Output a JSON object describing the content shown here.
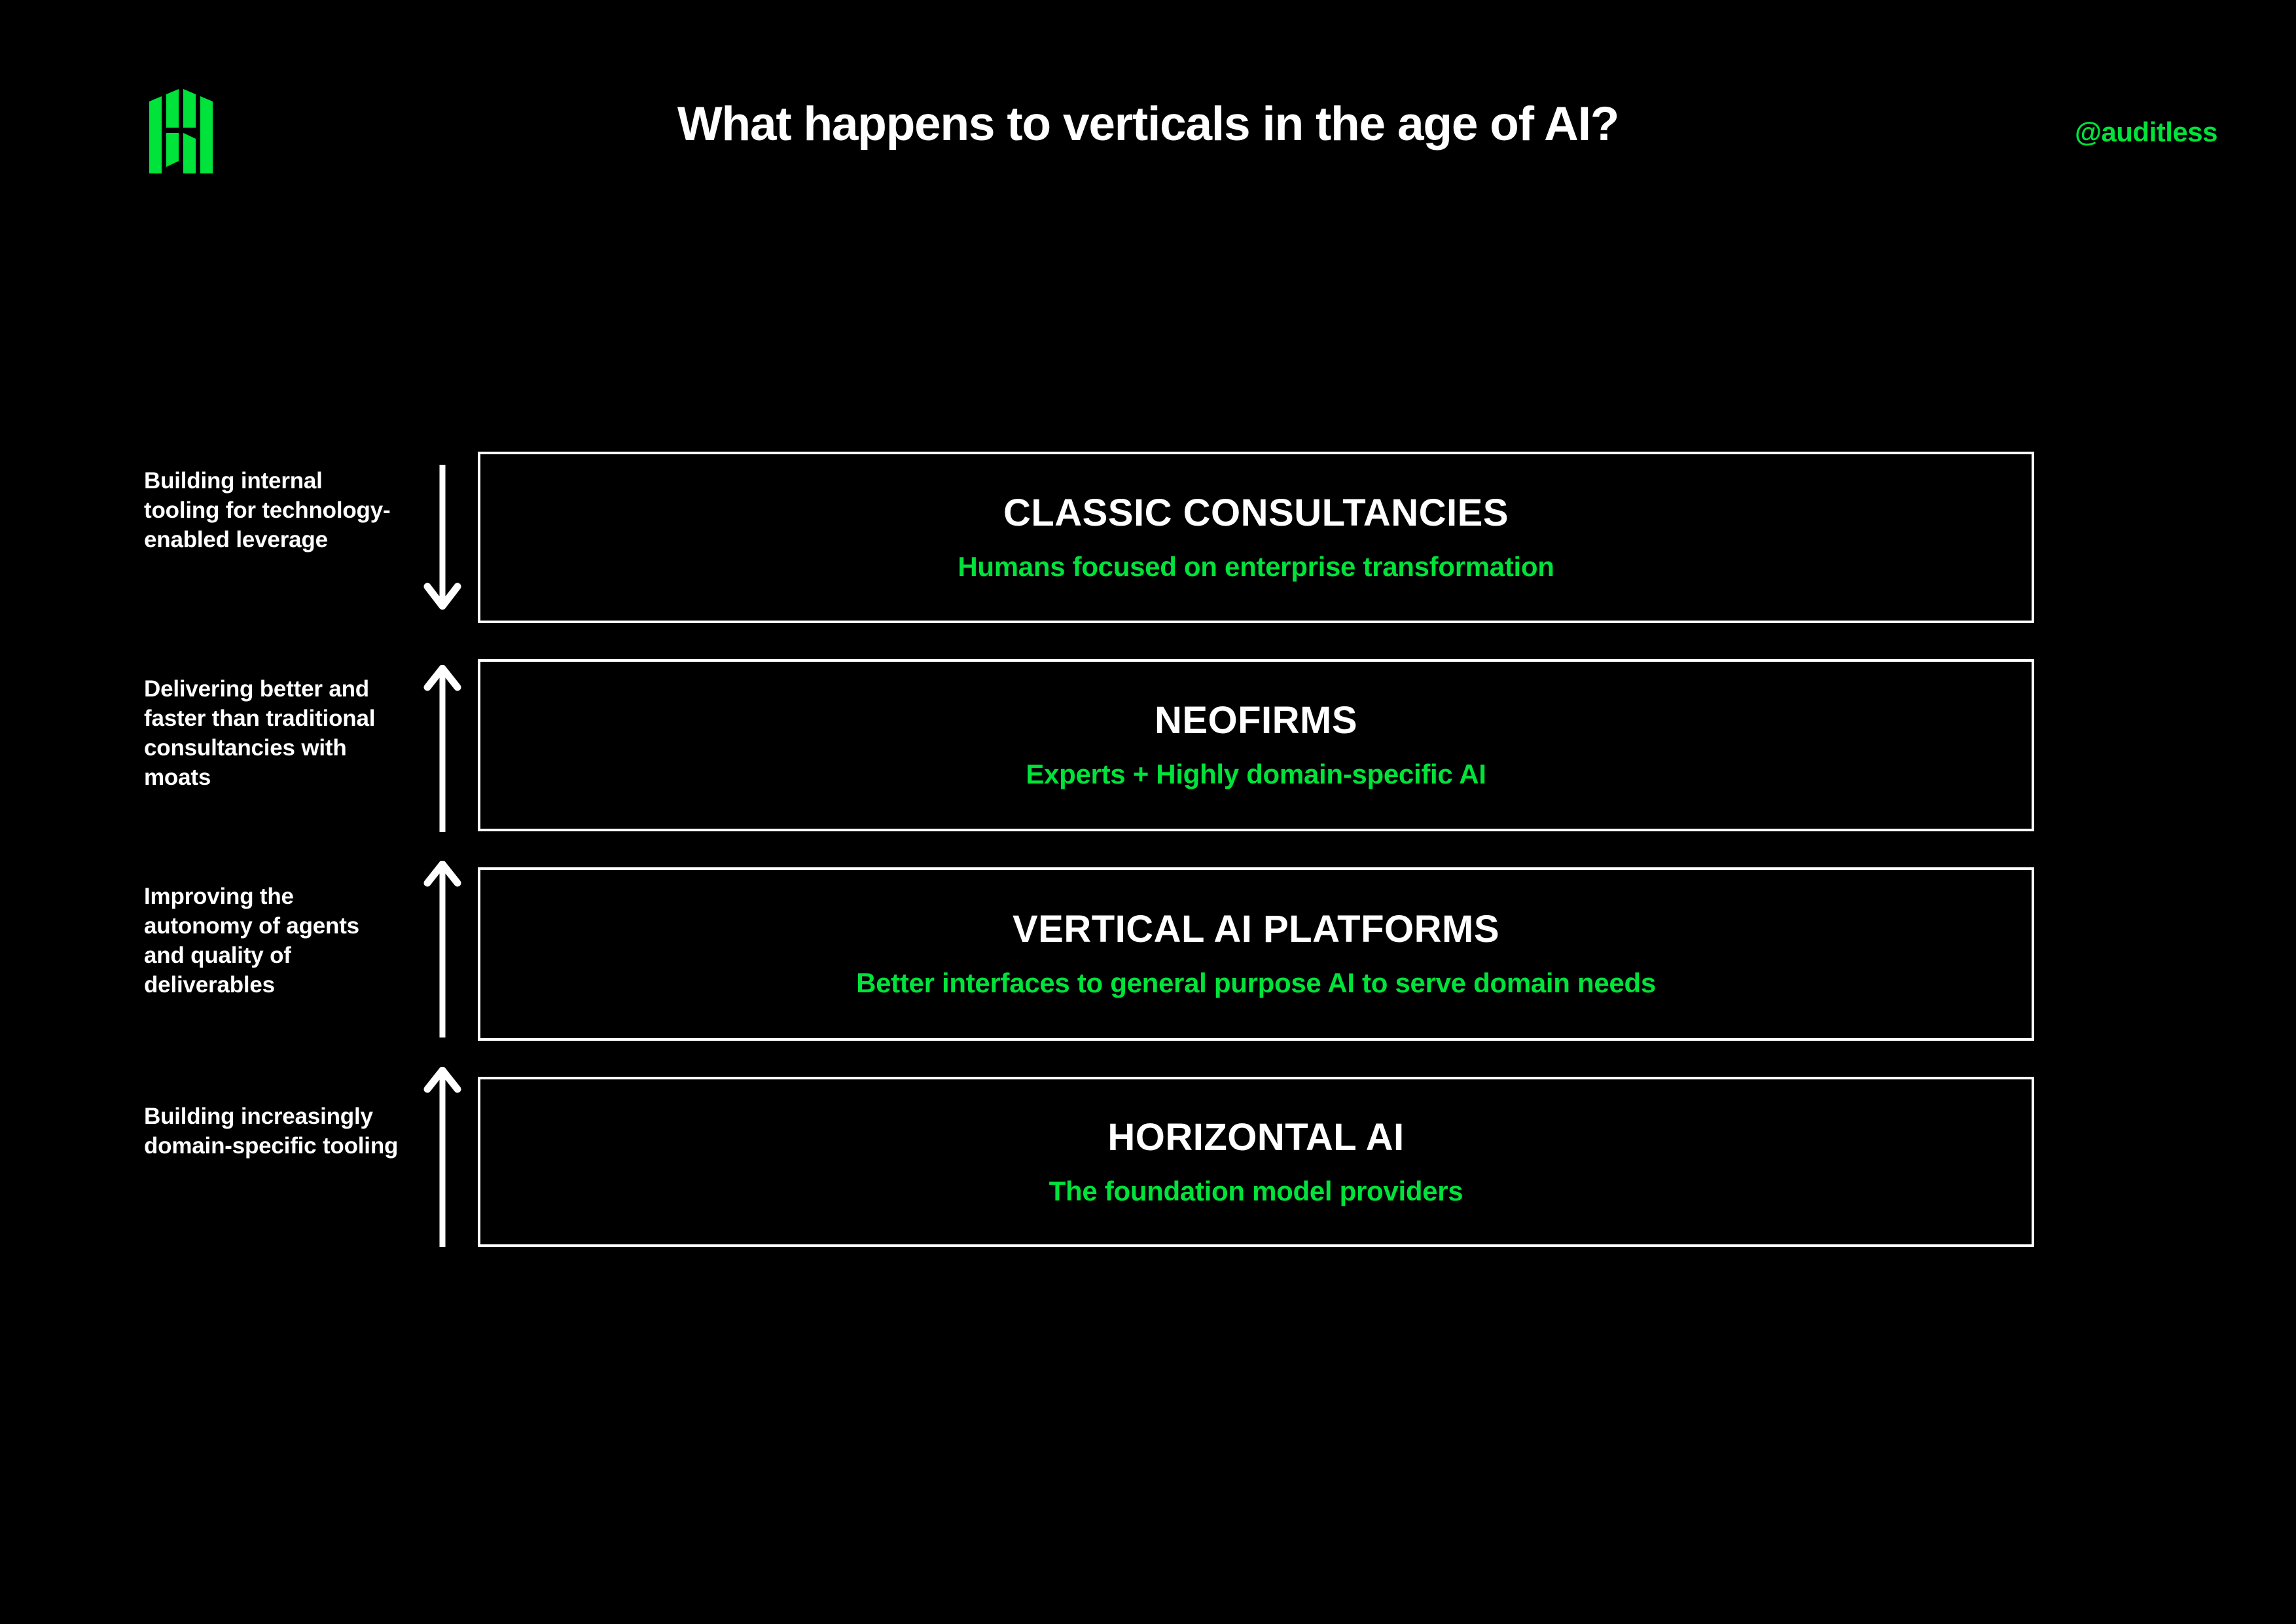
{
  "header": {
    "title": "What happens to verticals in the age of AI?",
    "handle": "@auditless",
    "logo_name": "auditless-logo"
  },
  "colors": {
    "background": "#000000",
    "accent_green": "#00e33a",
    "text_white": "#ffffff",
    "border_white": "#ffffff"
  },
  "diagram": {
    "rows": [
      {
        "annotation": "Building internal tooling for technology-enabled leverage",
        "arrow_direction": "down",
        "tier_title": "CLASSIC CONSULTANCIES",
        "tier_subtitle": "Humans focused on enterprise transformation"
      },
      {
        "annotation": "Delivering better and faster than traditional consultancies with moats",
        "arrow_direction": "up",
        "tier_title": "NEOFIRMS",
        "tier_subtitle": "Experts + Highly domain-specific AI"
      },
      {
        "annotation": "Improving the autonomy of agents and quality of deliverables",
        "arrow_direction": "up",
        "tier_title": "VERTICAL AI PLATFORMS",
        "tier_subtitle": "Better interfaces to general purpose AI to serve domain needs"
      },
      {
        "annotation": "Building increasingly domain-specific tooling",
        "arrow_direction": "up",
        "tier_title": "HORIZONTAL AI",
        "tier_subtitle": "The foundation model providers"
      }
    ]
  }
}
